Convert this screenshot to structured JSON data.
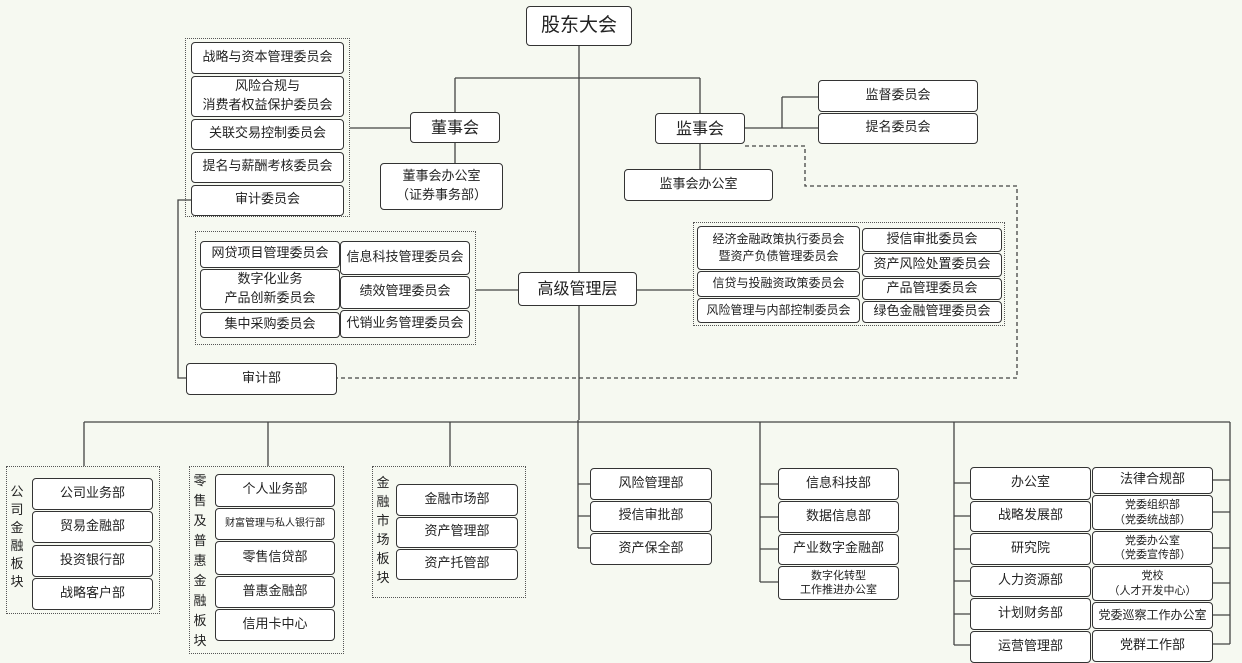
{
  "top": {
    "shareholders": "股东大会",
    "board": "董事会",
    "supervisors": "监事会",
    "management": "高级管理层"
  },
  "board_committees": [
    "战略与资本管理委员会",
    "风险合规与\n消费者权益保护委员会",
    "关联交易控制委员会",
    "提名与薪酬考核委员会",
    "审计委员会"
  ],
  "board_office": "董事会办公室\n（证券事务部）",
  "supervisor_committees": [
    "监督委员会",
    "提名委员会"
  ],
  "supervisor_office": "监事会办公室",
  "audit_dept": "审计部",
  "mgmt_left": {
    "col1": [
      "网贷项目管理委员会",
      "数字化业务\n产品创新委员会",
      "集中采购委员会"
    ],
    "col2": [
      "信息科技管理委员会",
      "绩效管理委员会",
      "代销业务管理委员会"
    ]
  },
  "mgmt_right": {
    "col1": [
      "经济金融政策执行委员会\n暨资产负债管理委员会",
      "信贷与投融资政策委员会",
      "风险管理与内部控制委员会"
    ],
    "col2": [
      "授信审批委员会",
      "资产风险处置委员会",
      "产品管理委员会",
      "绿色金融管理委员会"
    ]
  },
  "corporate": {
    "label": "公司金融板块",
    "items": [
      "公司业务部",
      "贸易金融部",
      "投资银行部",
      "战略客户部"
    ]
  },
  "retail": {
    "label": "零售及普惠金融板块",
    "items": [
      "个人业务部",
      "财富管理与私人银行部",
      "零售信贷部",
      "普惠金融部",
      "信用卡中心"
    ]
  },
  "markets": {
    "label": "金融市场板块",
    "items": [
      "金融市场部",
      "资产管理部",
      "资产托管部"
    ]
  },
  "risk": [
    "风险管理部",
    "授信审批部",
    "资产保全部"
  ],
  "tech": [
    "信息科技部",
    "数据信息部",
    "产业数字金融部",
    "数字化转型\n工作推进办公室"
  ],
  "admin_left": [
    "办公室",
    "战略发展部",
    "研究院",
    "人力资源部",
    "计划财务部",
    "运营管理部"
  ],
  "admin_right": [
    "法律合规部",
    "党委组织部\n（党委统战部）",
    "党委办公室\n（党委宣传部）",
    "党校\n（人才开发中心）",
    "党委巡察工作办公室",
    "党群工作部"
  ]
}
